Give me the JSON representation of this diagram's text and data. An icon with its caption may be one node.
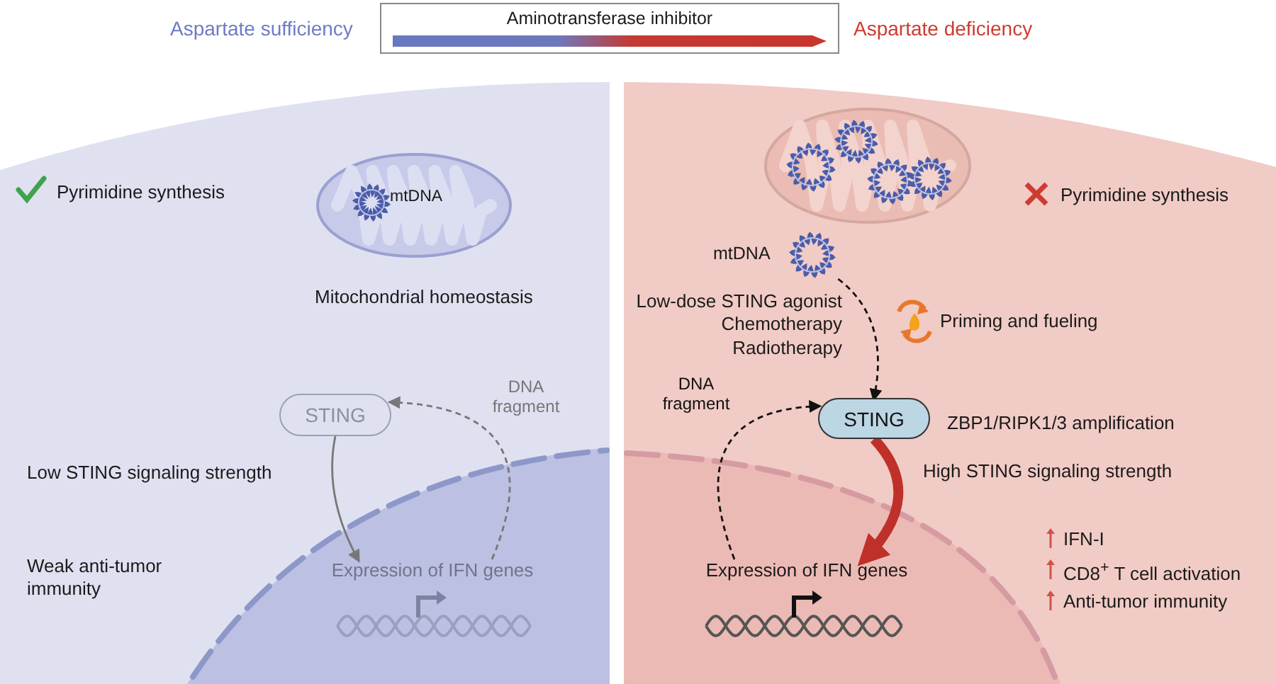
{
  "diagram": {
    "nodes": [
      {
        "text": [
          "Aminotransferase inhibitor"
        ]
      },
      {
        "text": [
          "STING"
        ]
      },
      {
        "text": [
          "Expression of IFN genes"
        ]
      },
      {
        "text": [
          "mtDNA"
        ]
      },
      {
        "text": [
          "STING"
        ]
      },
      {
        "text": [
          "Expression of IFN genes"
        ]
      }
    ],
    "edges": [
      {
        "from": 1,
        "to": 2,
        "arrow": "to",
        "color": "#777777"
      },
      {
        "from": 2,
        "to": 1,
        "arrow": "to",
        "style": "dashed",
        "color": "#777777",
        "label": "DNA fragment"
      },
      {
        "from": 3,
        "to": 4,
        "arrow": "to",
        "style": "dashed",
        "color": "#111111"
      },
      {
        "from": 5,
        "to": 4,
        "arrow": "to",
        "style": "dashed",
        "color": "#111111",
        "label": "DNA fragment"
      },
      {
        "from": 4,
        "to": 5,
        "arrow": "to",
        "style": "thick",
        "color": "#c0302a"
      }
    ],
    "labels": [
      "Aspartate sufficiency",
      "Aspartate deficiency",
      "Pyrimidine synthesis",
      "mtDNA",
      "Mitochondrial homeostasis",
      "Low STING signaling strength",
      "Weak anti-tumor immunity",
      "Pyrimidine synthesis",
      "Low-dose STING agonist",
      "Chemotherapy",
      "Radiotherapy",
      "Priming and fueling",
      "ZBP1/RIPK1/3 amplification",
      "High STING signaling strength",
      "IFN-I",
      "CD8$^{+}$ T cell activation",
      "Anti-tumor immunity"
    ]
  }
}
